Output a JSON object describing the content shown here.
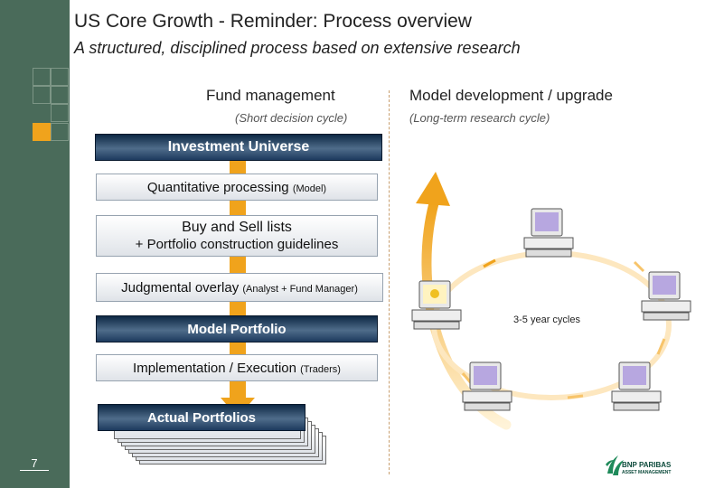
{
  "header": {
    "title": "US Core Growth - Reminder: Process overview",
    "subtitle": "A structured, disciplined process based on extensive research"
  },
  "columns": {
    "left_heading": "Fund management",
    "left_sub": "(Short decision cycle)",
    "right_heading": "Model development / upgrade",
    "right_sub": "(Long-term research cycle)"
  },
  "process": {
    "investment_universe": "Investment Universe",
    "quant_main": "Quantitative processing",
    "quant_note": "(Model)",
    "buy_sell_main": "Buy and Sell lists",
    "buy_sell_line2": "+ Portfolio construction guidelines",
    "judgmental_main": "Judgmental overlay",
    "judgmental_note": "(Analyst + Fund Manager)",
    "model_portfolio": "Model Portfolio",
    "implementation_main": "Implementation / Execution",
    "implementation_note": "(Traders)",
    "actual_portfolios": "Actual Portfolios"
  },
  "cycle": {
    "label": "3-5 year cycles"
  },
  "footer": {
    "page_number": "7"
  },
  "logo": {
    "line1": "BNP PARIBAS",
    "line2": "ASSET MANAGEMENT"
  },
  "colors": {
    "sidebar": "#4a6b5a",
    "accent": "#f0a31c",
    "box_dark": "#1d3a5e"
  },
  "icons": [
    "computer-icon",
    "bnp-paribas-logo"
  ]
}
